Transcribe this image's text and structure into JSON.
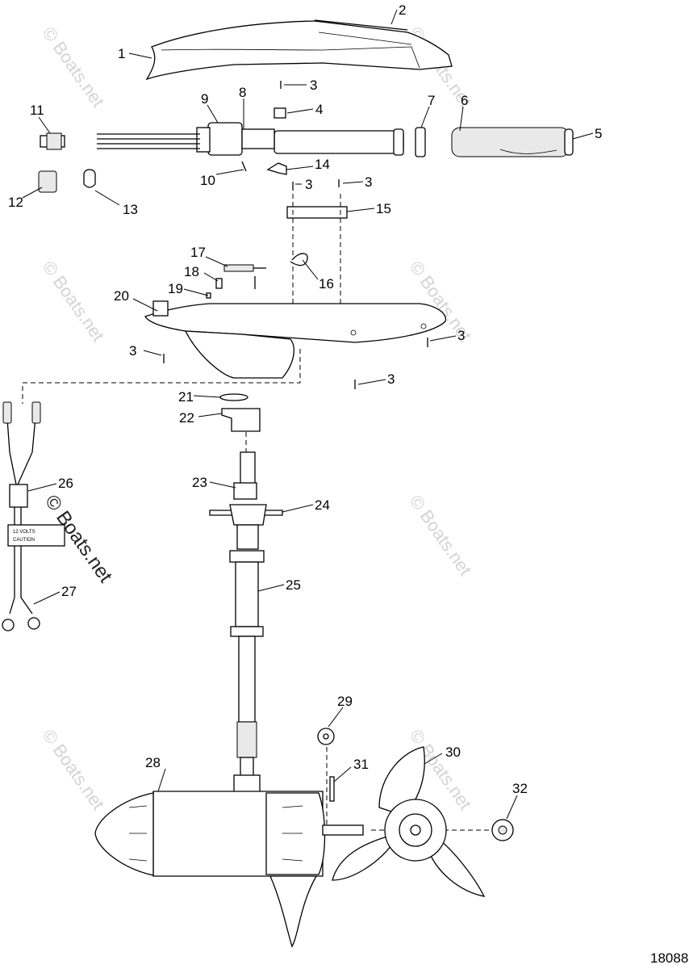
{
  "watermark": {
    "text": "© Boats.net"
  },
  "figure_number": "18088",
  "decal_text": {
    "line1": "12 VOLTS",
    "line2": "CAUTION"
  },
  "callouts": [
    {
      "id": "c1",
      "text": "1"
    },
    {
      "id": "c2",
      "text": "2"
    },
    {
      "id": "c3a",
      "text": "3"
    },
    {
      "id": "c4",
      "text": "4"
    },
    {
      "id": "c5",
      "text": "5"
    },
    {
      "id": "c6",
      "text": "6"
    },
    {
      "id": "c7",
      "text": "7"
    },
    {
      "id": "c8",
      "text": "8"
    },
    {
      "id": "c9",
      "text": "9"
    },
    {
      "id": "c10",
      "text": "10"
    },
    {
      "id": "c11",
      "text": "11"
    },
    {
      "id": "c12",
      "text": "12"
    },
    {
      "id": "c13",
      "text": "13"
    },
    {
      "id": "c14",
      "text": "14"
    },
    {
      "id": "c3b",
      "text": "3"
    },
    {
      "id": "c3c",
      "text": "3"
    },
    {
      "id": "c15",
      "text": "15"
    },
    {
      "id": "c16",
      "text": "16"
    },
    {
      "id": "c17",
      "text": "17"
    },
    {
      "id": "c18",
      "text": "18"
    },
    {
      "id": "c19",
      "text": "19"
    },
    {
      "id": "c20",
      "text": "20"
    },
    {
      "id": "c3d",
      "text": "3"
    },
    {
      "id": "c3e",
      "text": "3"
    },
    {
      "id": "c3f",
      "text": "3"
    },
    {
      "id": "c21",
      "text": "21"
    },
    {
      "id": "c22",
      "text": "22"
    },
    {
      "id": "c23",
      "text": "23"
    },
    {
      "id": "c24",
      "text": "24"
    },
    {
      "id": "c25",
      "text": "25"
    },
    {
      "id": "c26",
      "text": "26"
    },
    {
      "id": "c27",
      "text": "27"
    },
    {
      "id": "c28",
      "text": "28"
    },
    {
      "id": "c29",
      "text": "29"
    },
    {
      "id": "c30",
      "text": "30"
    },
    {
      "id": "c31",
      "text": "31"
    },
    {
      "id": "c32",
      "text": "32"
    }
  ]
}
